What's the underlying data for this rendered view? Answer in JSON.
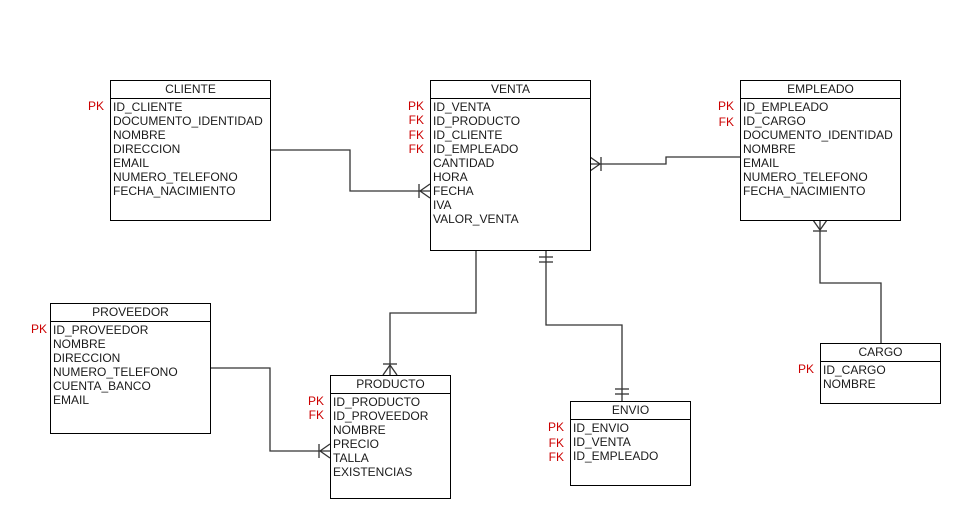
{
  "diagram": {
    "key_color": "#cc0000",
    "entities": {
      "cliente": {
        "name": "CLIENTE",
        "attributes": [
          "ID_CLIENTE",
          "DOCUMENTO_IDENTIDAD",
          "NOMBRE",
          "DIRECCION",
          "EMAIL",
          "NUMERO_TELEFONO",
          "FECHA_NACIMIENTO"
        ],
        "keys": [
          "PK",
          "",
          "",
          "",
          "",
          "",
          ""
        ]
      },
      "venta": {
        "name": "VENTA",
        "attributes": [
          "ID_VENTA",
          "ID_PRODUCTO",
          "ID_CLIENTE",
          "ID_EMPLEADO",
          "CANTIDAD",
          "HORA",
          "FECHA",
          "IVA",
          "VALOR_VENTA"
        ],
        "keys": [
          "PK",
          "FK",
          "FK",
          "FK",
          "",
          "",
          "",
          "",
          ""
        ]
      },
      "empleado": {
        "name": "EMPLEADO",
        "attributes": [
          "ID_EMPLEADO",
          "ID_CARGO",
          "DOCUMENTO_IDENTIDAD",
          "NOMBRE",
          "EMAIL",
          "NUMERO_TELEFONO",
          "FECHA_NACIMIENTO"
        ],
        "keys": [
          "PK",
          "FK",
          "",
          "",
          "",
          "",
          ""
        ]
      },
      "proveedor": {
        "name": "PROVEEDOR",
        "attributes": [
          "ID_PROVEEDOR",
          "NOMBRE",
          "DIRECCION",
          "NUMERO_TELEFONO",
          "CUENTA_BANCO",
          "EMAIL"
        ],
        "keys": [
          "PK",
          "",
          "",
          "",
          "",
          ""
        ]
      },
      "producto": {
        "name": "PRODUCTO",
        "attributes": [
          "ID_PRODUCTO",
          "ID_PROVEEDOR",
          "NOMBRE",
          "PRECIO",
          "TALLA",
          "EXISTENCIAS"
        ],
        "keys": [
          "PK",
          "FK",
          "",
          "",
          "",
          ""
        ]
      },
      "envio": {
        "name": "ENVIO",
        "attributes": [
          "ID_ENVIO",
          "ID_VENTA",
          "ID_EMPLEADO"
        ],
        "keys": [
          "PK",
          "FK",
          "FK"
        ]
      },
      "cargo": {
        "name": "CARGO",
        "attributes": [
          "ID_CARGO",
          "NOMBRE"
        ],
        "keys": [
          "PK",
          ""
        ]
      }
    }
  }
}
